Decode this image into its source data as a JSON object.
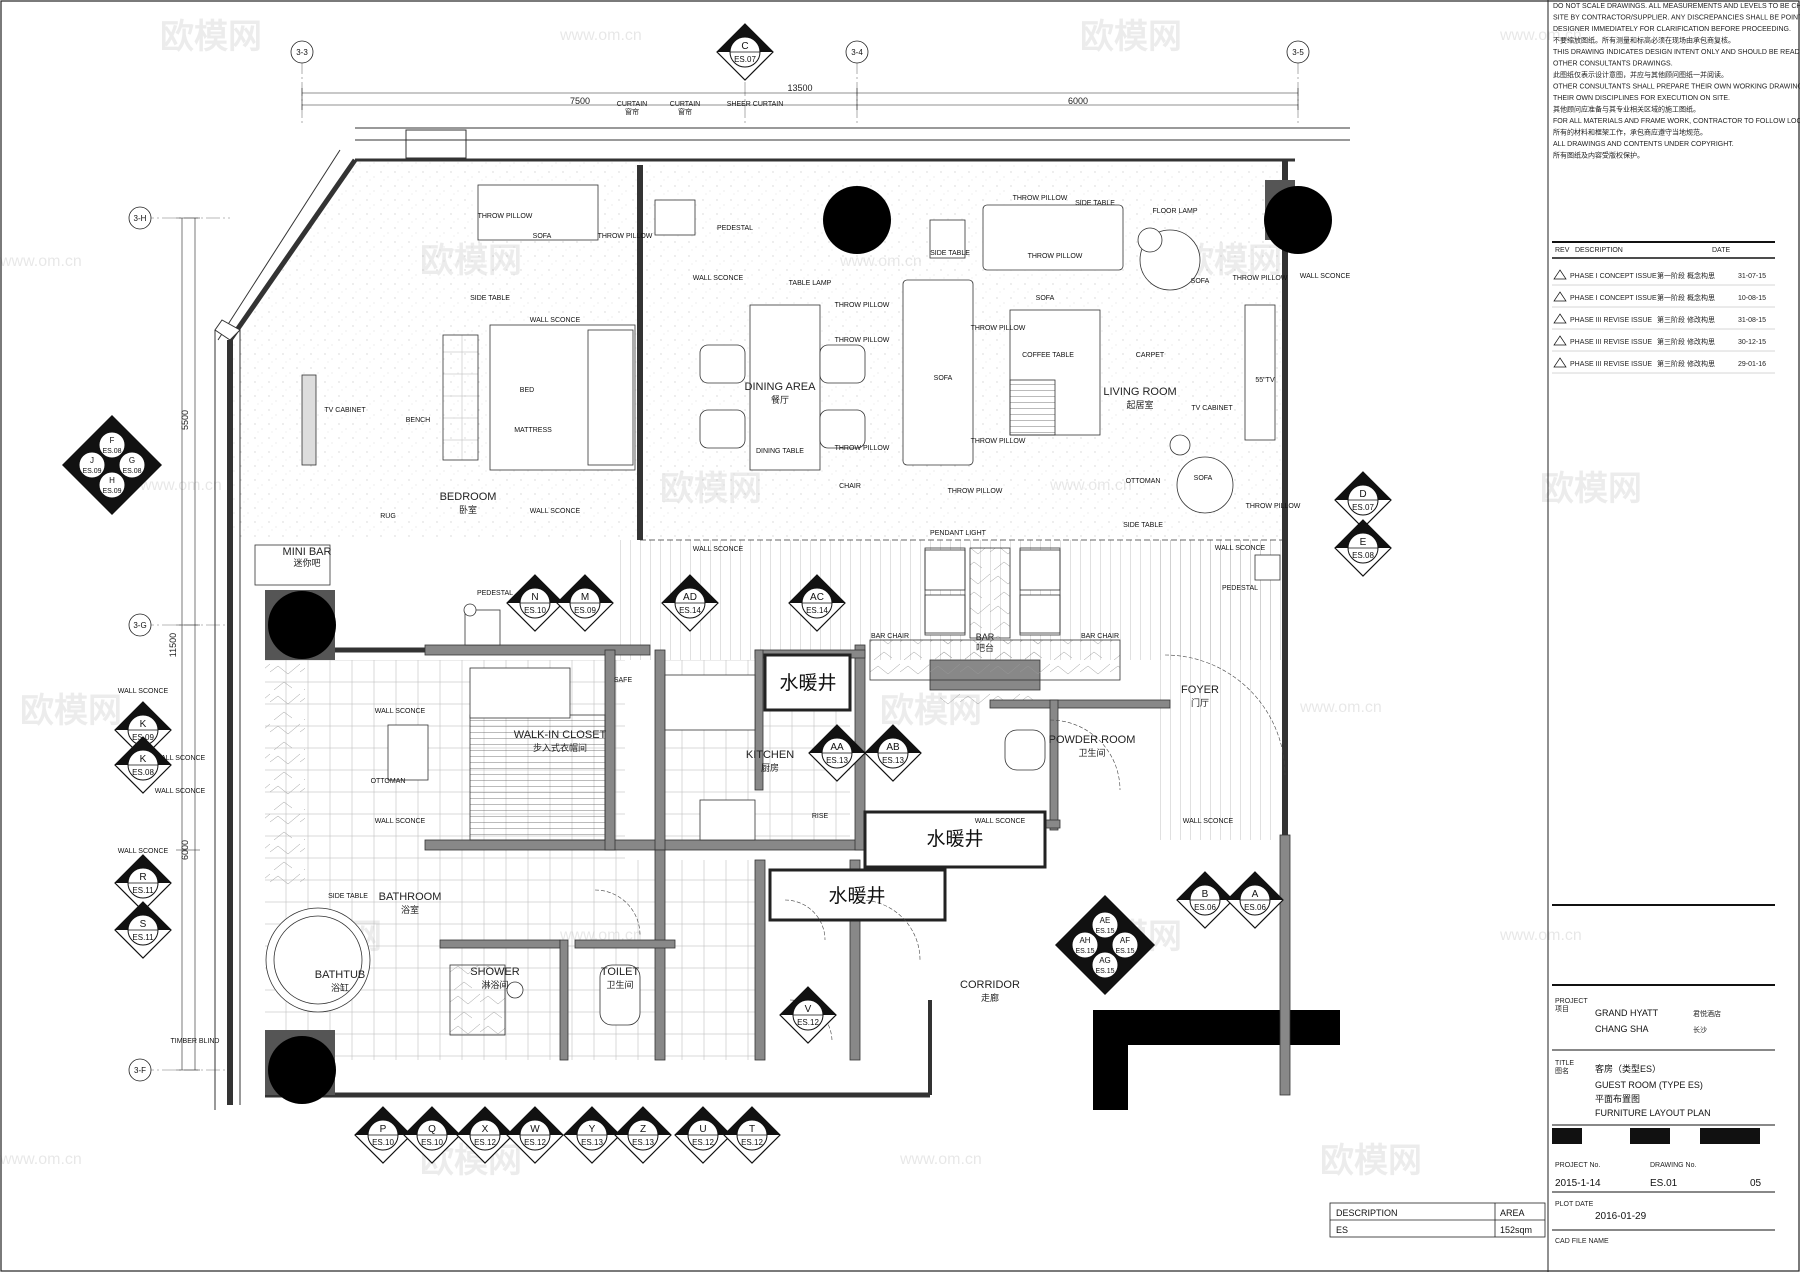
{
  "colors": {
    "ink": "#111111",
    "wall": "#555555",
    "floor_hatch": "#9a9a9a",
    "paper": "#ffffff"
  },
  "dimensions": {
    "top": [
      "7500",
      "6000",
      "13500"
    ],
    "left": [
      "5500",
      "11500",
      "6000"
    ]
  },
  "grid_labels": {
    "top": [
      "3-3",
      "3-4",
      "3-5",
      "C"
    ],
    "left": [
      "3-H",
      "3-G",
      "3-F"
    ]
  },
  "rooms": {
    "bedroom": {
      "en": "BEDROOM",
      "cn": "卧室"
    },
    "dining": {
      "en": "DINING AREA",
      "cn": "餐厅"
    },
    "living": {
      "en": "LIVING ROOM",
      "cn": "起居室"
    },
    "closet": {
      "en": "WALK-IN CLOSET",
      "cn": "步入式衣帽间"
    },
    "kitchen": {
      "en": "KITCHEN",
      "cn": "厨房"
    },
    "powder": {
      "en": "POWDER ROOM",
      "cn": "卫生间"
    },
    "foyer": {
      "en": "FOYER",
      "cn": "门厅"
    },
    "bathroom": {
      "en": "BATHROOM",
      "cn": "浴室"
    },
    "bathtub": {
      "en": "BATHTUB",
      "cn": "浴缸"
    },
    "shower": {
      "en": "SHOWER",
      "cn": "淋浴间"
    },
    "toilet": {
      "en": "TOILET",
      "cn": "卫生间"
    },
    "corridor": {
      "en": "CORRIDOR",
      "cn": "走廊"
    },
    "bar": {
      "en": "BAR",
      "cn": "吧台"
    },
    "minibar": {
      "en": "MINI BAR",
      "cn": "迷你吧"
    },
    "shaft": "水暖井"
  },
  "furniture": {
    "curtain": "CURTAIN",
    "curtain_cn": "窗帘",
    "sheer_curtain": "SHEER CURTAIN",
    "throw_pillow": "THROW PILLOW",
    "sofa": "SOFA",
    "pedestal": "PEDESTAL",
    "wall_sconce": "WALL SCONCE",
    "side_table": "SIDE TABLE",
    "table_lamp": "TABLE LAMP",
    "floor_lamp": "FLOOR LAMP",
    "tv_cabinet": "TV CABINET",
    "bench": "BENCH",
    "bed": "BED",
    "mattress": "MATTRESS",
    "rug": "RUG",
    "dining_table": "DINING TABLE",
    "chair": "CHAIR",
    "coffee_table": "COFFEE TABLE",
    "carpet": "CARPET",
    "ottoman": "OTTOMAN",
    "pendant_light": "PENDANT LIGHT",
    "bar_chair": "BAR CHAIR",
    "safe": "SAFE",
    "rise": "RISE",
    "timber_blind": "TIMBER BLIND",
    "tv_size": "55\"TV"
  },
  "markers": {
    "ring_top": [
      "A",
      "B",
      "C",
      "D",
      "E",
      "F",
      "G",
      "H"
    ],
    "left": [
      "F",
      "J",
      "G",
      "H",
      "K",
      "R",
      "S"
    ],
    "right": [
      "D",
      "E"
    ],
    "center": [
      "N",
      "M",
      "AD",
      "AC",
      "AA",
      "AB",
      "V",
      "B",
      "A",
      "AE",
      "AH",
      "AF",
      "AG"
    ],
    "bottom": [
      "P",
      "Q",
      "X",
      "W",
      "Y",
      "Z",
      "U",
      "T"
    ],
    "sheet_prefix": "ES."
  },
  "notes": [
    "DO NOT SCALE DRAWINGS. ALL MEASUREMENTS AND LEVELS TO BE CHECKED AND VERIFIED ON",
    "SITE BY CONTRACTOR/SUPPLIER. ANY DISCREPANCIES SHALL BE POINTED OUT TO THE INTERIOR",
    "DESIGNER IMMEDIATELY FOR CLARIFICATION BEFORE PROCEEDING.",
    "不要缩放图纸。所有测量和标高必须在现场由承包商复核。",
    "THIS DRAWING INDICATES DESIGN INTENT ONLY AND SHOULD BE READ IN CONJUNCTION WITH",
    "OTHER CONSULTANTS DRAWINGS.",
    "此图纸仅表示设计意图，并应与其他顾问图纸一并阅读。",
    "OTHER CONSULTANTS SHALL PREPARE THEIR OWN WORKING DRAWINGS FOR AREAS RELATING TO",
    "THEIR OWN DISCIPLINES FOR EXECUTION ON SITE.",
    "其他顾问应准备与其专业相关区域的施工图纸。",
    "FOR ALL MATERIALS AND FRAME WORK, CONTRACTOR TO FOLLOW LOCAL CODE.",
    "所有的材料和框架工作，承包商应遵守当地规范。",
    "ALL DRAWINGS AND CONTENTS UNDER COPYRIGHT.",
    "所有图纸及内容受版权保护。"
  ],
  "revisions": {
    "headers": [
      "REV",
      "DESCRIPTION",
      "DATE"
    ],
    "rows": [
      [
        "PHASE I CONCEPT ISSUE",
        "第一阶段 概念构思",
        "31-07-15"
      ],
      [
        "PHASE I CONCEPT ISSUE",
        "第一阶段 概念构思",
        "10-08-15"
      ],
      [
        "PHASE III REVISE ISSUE",
        "第三阶段 修改构思",
        "31-08-15"
      ],
      [
        "PHASE III REVISE ISSUE",
        "第三阶段 修改构思",
        "30-12-15"
      ],
      [
        "PHASE III REVISE ISSUE",
        "第三阶段 修改构思",
        "29-01-16"
      ]
    ]
  },
  "title_block": {
    "project_label": "PROJECT",
    "project_label_cn": "项目",
    "project_name_1": "GRAND HYATT",
    "project_name_2": "CHANG SHA",
    "project_cn_1": "君悦酒店",
    "project_cn_2": "长沙",
    "title_label": "TITLE",
    "title_label_cn": "图名",
    "title_cn": "客房（类型ES）",
    "title_en": "GUEST ROOM (TYPE ES)",
    "plan_cn": "平面布置图",
    "plan_en": "FURNITURE LAYOUT PLAN",
    "project_no_label": "PROJECT No.",
    "project_no": "2015-1-14",
    "drawing_no_label": "DRAWING No.",
    "drawing_no": "ES.01",
    "revision_no": "05",
    "plot_date_label": "PLOT DATE",
    "plot_date": "2016-01-29",
    "cad_label": "CAD FILE NAME"
  },
  "area_box": {
    "desc_label": "DESCRIPTION",
    "area_label": "AREA",
    "desc": "ES",
    "area": "152sqm"
  },
  "watermarks": {
    "cn": "欧模网",
    "url": "www.om.cn"
  }
}
